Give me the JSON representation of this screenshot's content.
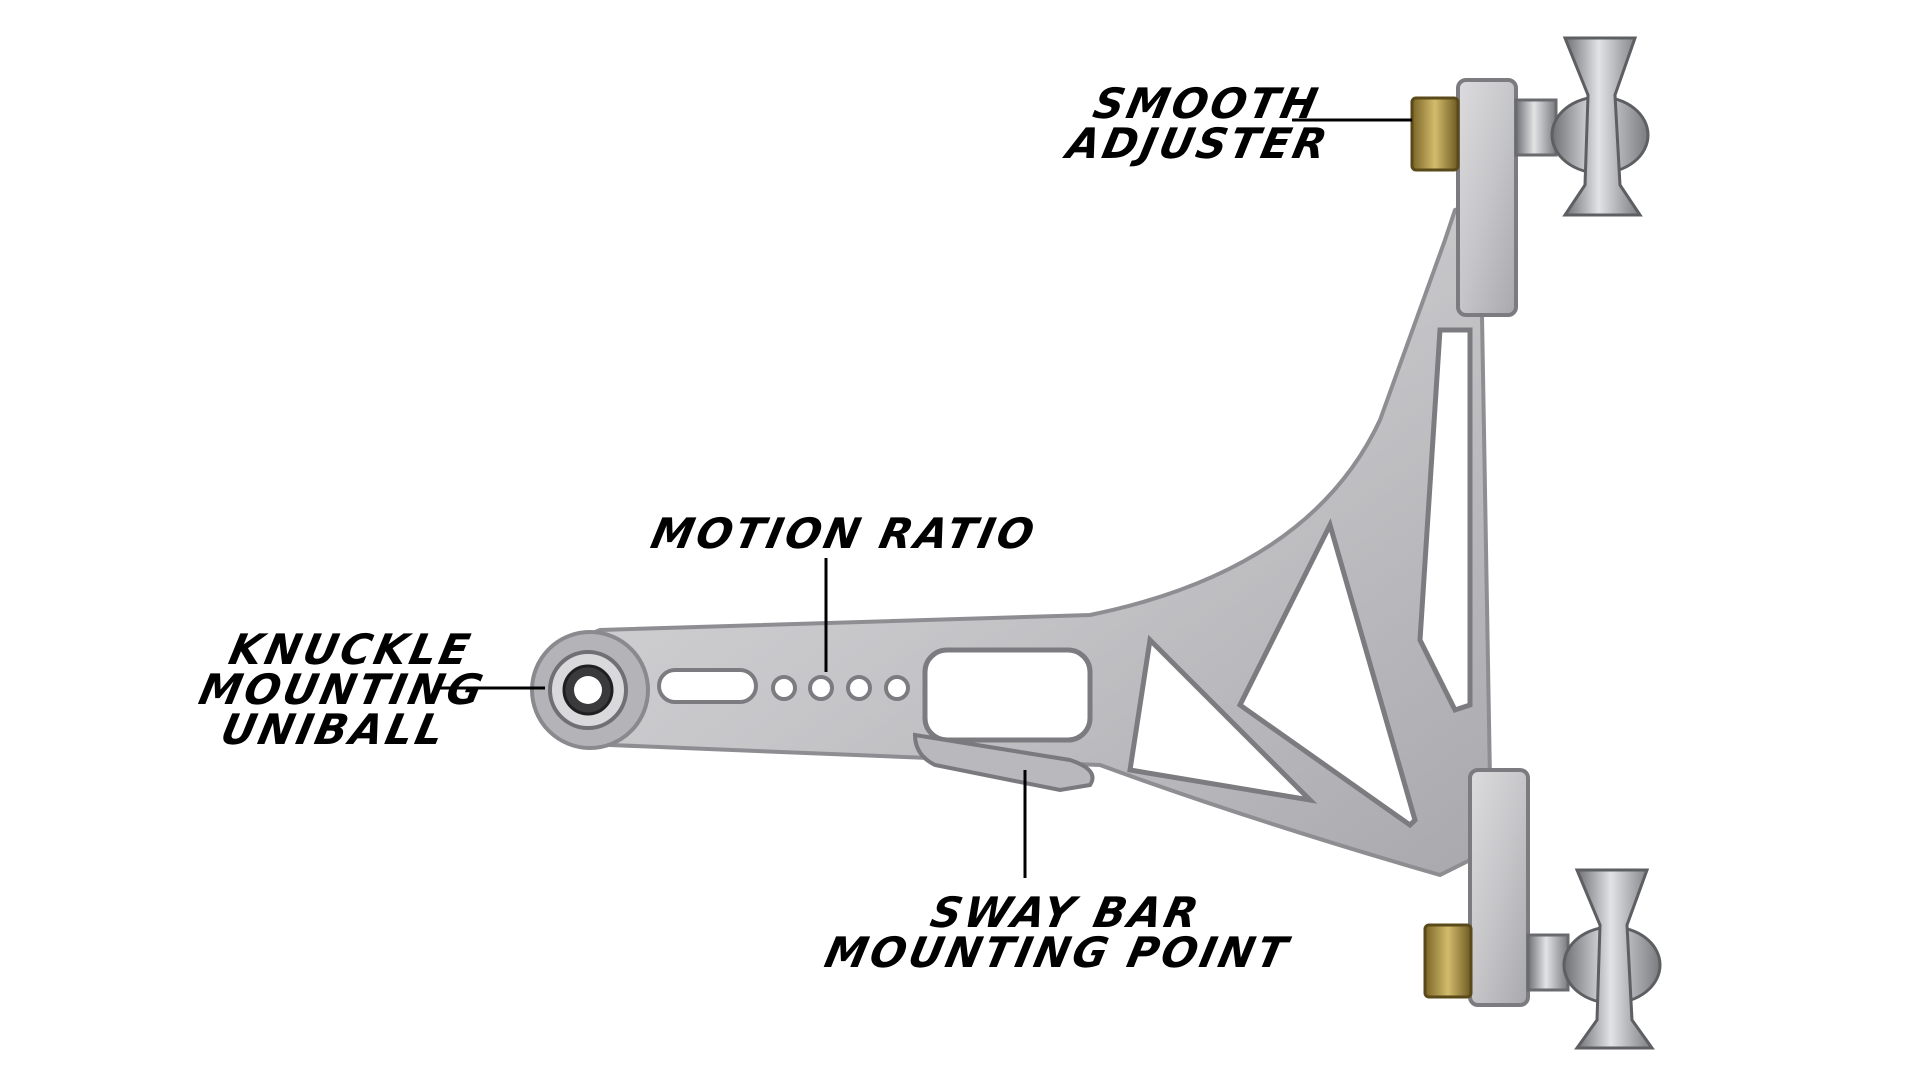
{
  "labels": {
    "smooth_adjuster": [
      "SMOOTH",
      "ADJUSTER"
    ],
    "motion_ratio": [
      "MOTION RATIO"
    ],
    "knuckle_mounting_uniball": [
      "KNUCKLE",
      "MOUNTING",
      "UNIBALL"
    ],
    "sway_bar_mounting_point": [
      "SWAY BAR",
      "MOUNTING POINT"
    ]
  },
  "colors": {
    "background": "#ffffff",
    "text": "#000000",
    "arm_metal": "#c9c9cb",
    "arm_shadow": "#8e8e92",
    "nut_brass": "#b59a4a",
    "bearing_steel": "#b7b8bb"
  }
}
